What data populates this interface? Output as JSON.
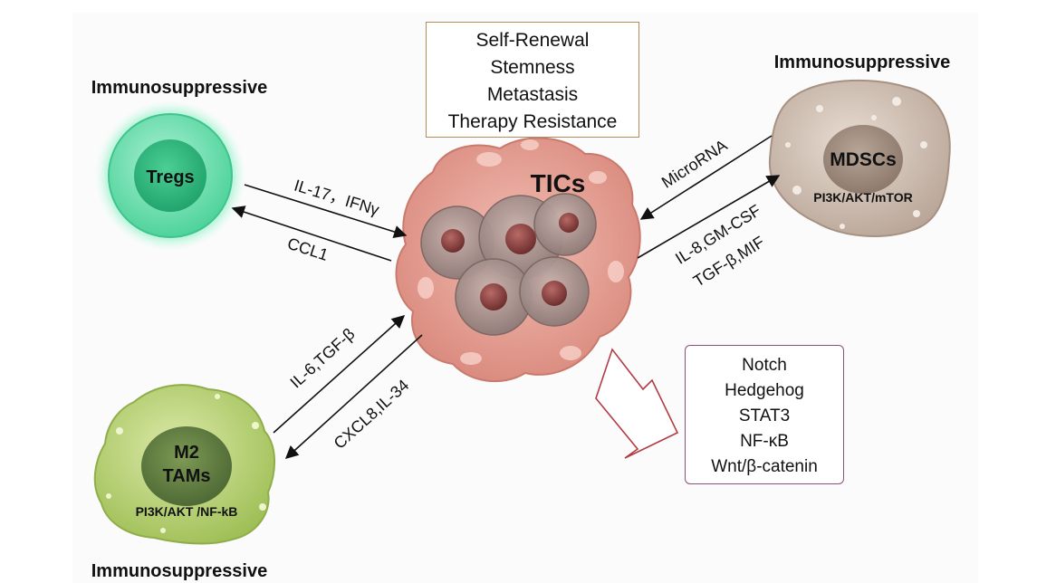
{
  "tics": {
    "label": "TICs"
  },
  "traits": [
    "Self-Renewal",
    "Stemness",
    "Metastasis",
    "Therapy Resistance"
  ],
  "pathways": [
    "Notch",
    "Hedgehog",
    "STAT3",
    "NF-κB",
    "Wnt/β-catenin"
  ],
  "tregs": {
    "label": "Tregs",
    "tag": "Immunosuppressive",
    "signal_in": "IL-17，IFNγ",
    "signal_out": "CCL1"
  },
  "mdscs": {
    "label": "MDSCs",
    "pathway": "PI3K/AKT/mTOR",
    "tag": "Immunosuppressive",
    "signal_in": "MicroRNA",
    "signal_out_1": "IL-8,GM-CSF",
    "signal_out_2": "TGF-β,MIF"
  },
  "tams": {
    "label_1": "M2",
    "label_2": "TAMs",
    "pathway": "PI3K/AKT /NF-kB",
    "tag": "Immunosuppressive",
    "signal_in": "IL-6,TGF-β",
    "signal_out": "CXCL8,IL-34"
  },
  "colors": {
    "tumor": "#e8a49a",
    "tregs": "#5ed6a4",
    "mdscs": "#cfc1b6",
    "tams": "#b9d27a",
    "traits_border": "#b58a5d",
    "pathways_border": "#8b4f7c",
    "hollow_arrow": "#b13c44"
  }
}
